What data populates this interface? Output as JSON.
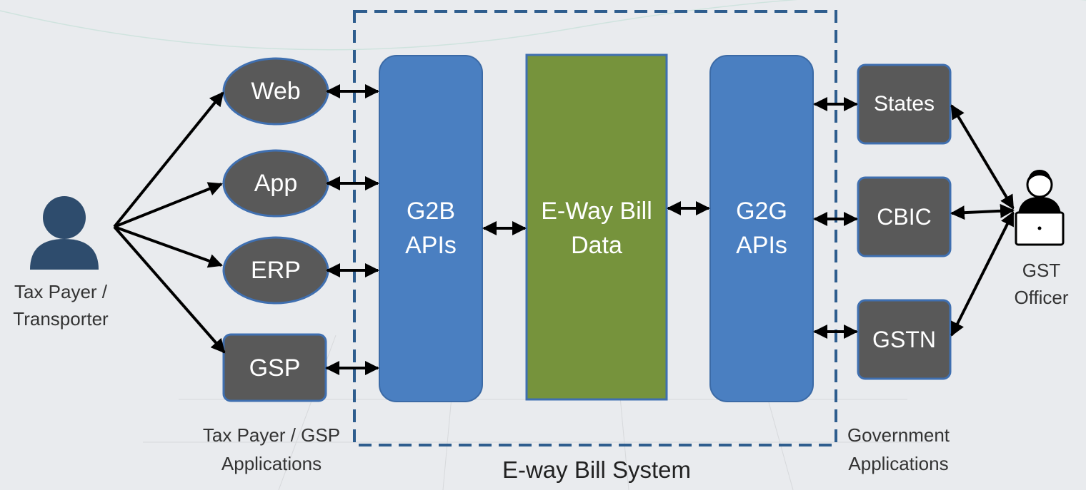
{
  "actors": {
    "taxpayer": {
      "label_line1": "Tax Payer /",
      "label_line2": "Transporter"
    },
    "officer": {
      "label_line1": "GST",
      "label_line2": "Officer"
    }
  },
  "taxpayer_apps": {
    "items": [
      "Web",
      "App",
      "ERP",
      "GSP"
    ],
    "caption_line1": "Tax Payer / GSP",
    "caption_line2": "Applications"
  },
  "system": {
    "title": "E-way Bill System",
    "g2b": {
      "line1": "G2B",
      "line2": "APIs"
    },
    "data": {
      "line1": "E-Way Bill",
      "line2": "Data"
    },
    "g2g": {
      "line1": "G2G",
      "line2": "APIs"
    }
  },
  "gov_apps": {
    "items": [
      "States",
      "CBIC",
      "GSTN"
    ],
    "caption_line1": "Government",
    "caption_line2": "Applications"
  },
  "colors": {
    "background": "#e9ebee",
    "node_dark": "#595959",
    "node_border": "#3f6fb0",
    "api_blue": "#4a7fc1",
    "data_green": "#76933c",
    "dashed_border": "#2e5d8e",
    "person_blue": "#2e4c6d"
  }
}
